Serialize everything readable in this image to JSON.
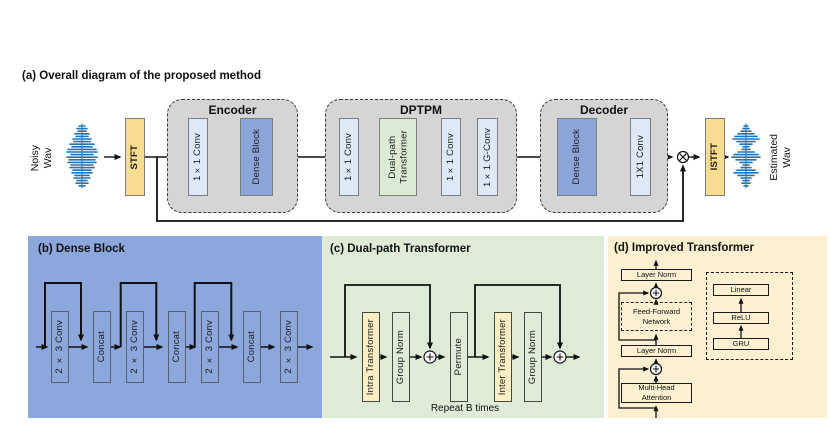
{
  "panel_a": {
    "title": "(a) Overall diagram of the proposed method",
    "input_label": "Noisy\nWav",
    "output_label": "Estimated\nWav",
    "stft": "STFT",
    "istft": "ISTFT",
    "encoder": {
      "title": "Encoder",
      "conv": "1×1 Conv",
      "dense": "Dense Block"
    },
    "dptpm": {
      "title": "DPTPM",
      "conv1": "1×1 Conv",
      "dpt": "Dual-path\nTransformer",
      "conv2": "1×1 Conv",
      "gconv": "1×1 G-Conv"
    },
    "decoder": {
      "title": "Decoder",
      "dense": "Dense Block",
      "conv": "1X1 Conv"
    }
  },
  "panel_b": {
    "title": "(b) Dense Block",
    "boxes": [
      "2 × 3 Conv",
      "Concat",
      "2 × 3 Conv",
      "Concat",
      "2 × 3 Conv",
      "Concat",
      "2 × 3 Conv"
    ]
  },
  "panel_c": {
    "title": "(c) Dual-path Transformer",
    "intra": "Intra Transformer",
    "group_norm": "Group Norm",
    "permute": "Permute",
    "inter": "Inter Transformer",
    "caption": "Repeat B times"
  },
  "panel_d": {
    "title": "(d) Improved Transformer",
    "layer_norm_top": "Layer Norm",
    "ffn": "Feed-Forward\nNetwork",
    "layer_norm_mid": "Layer Norm",
    "mha": "Multi-Head\nAttention",
    "linear": "Linear",
    "relu": "ReLU",
    "gru": "GRU"
  },
  "colors": {
    "stft_yellow": "#f9dc8f",
    "container_gray": "#d5d5d5",
    "conv_light_blue": "#dde9f6",
    "dense_blue": "#8ca5d9",
    "dpt_green": "#dbead3",
    "panel_b_bg": "#8ba7db",
    "panel_c_bg": "#deecd7",
    "panel_d_bg": "#fcf0d0",
    "waveform_blue": "#2374b5"
  }
}
